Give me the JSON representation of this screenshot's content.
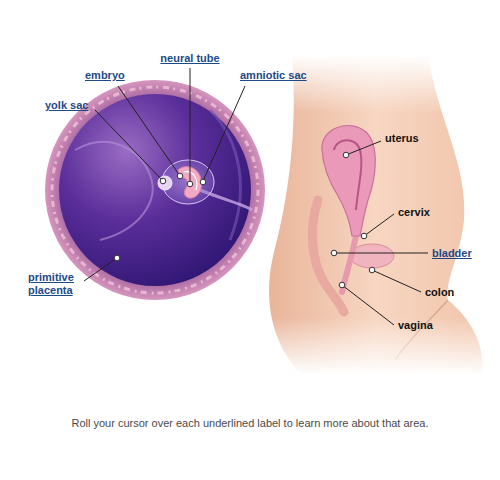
{
  "diagram": {
    "caption": "Roll your cursor over each underlined label to learn more about that area.",
    "labels": [
      "neural tube",
      "embryo",
      "amniotic sac",
      "yolk sac",
      "primitive placenta",
      "uterus",
      "cervix",
      "bladder",
      "colon",
      "vagina"
    ]
  }
}
